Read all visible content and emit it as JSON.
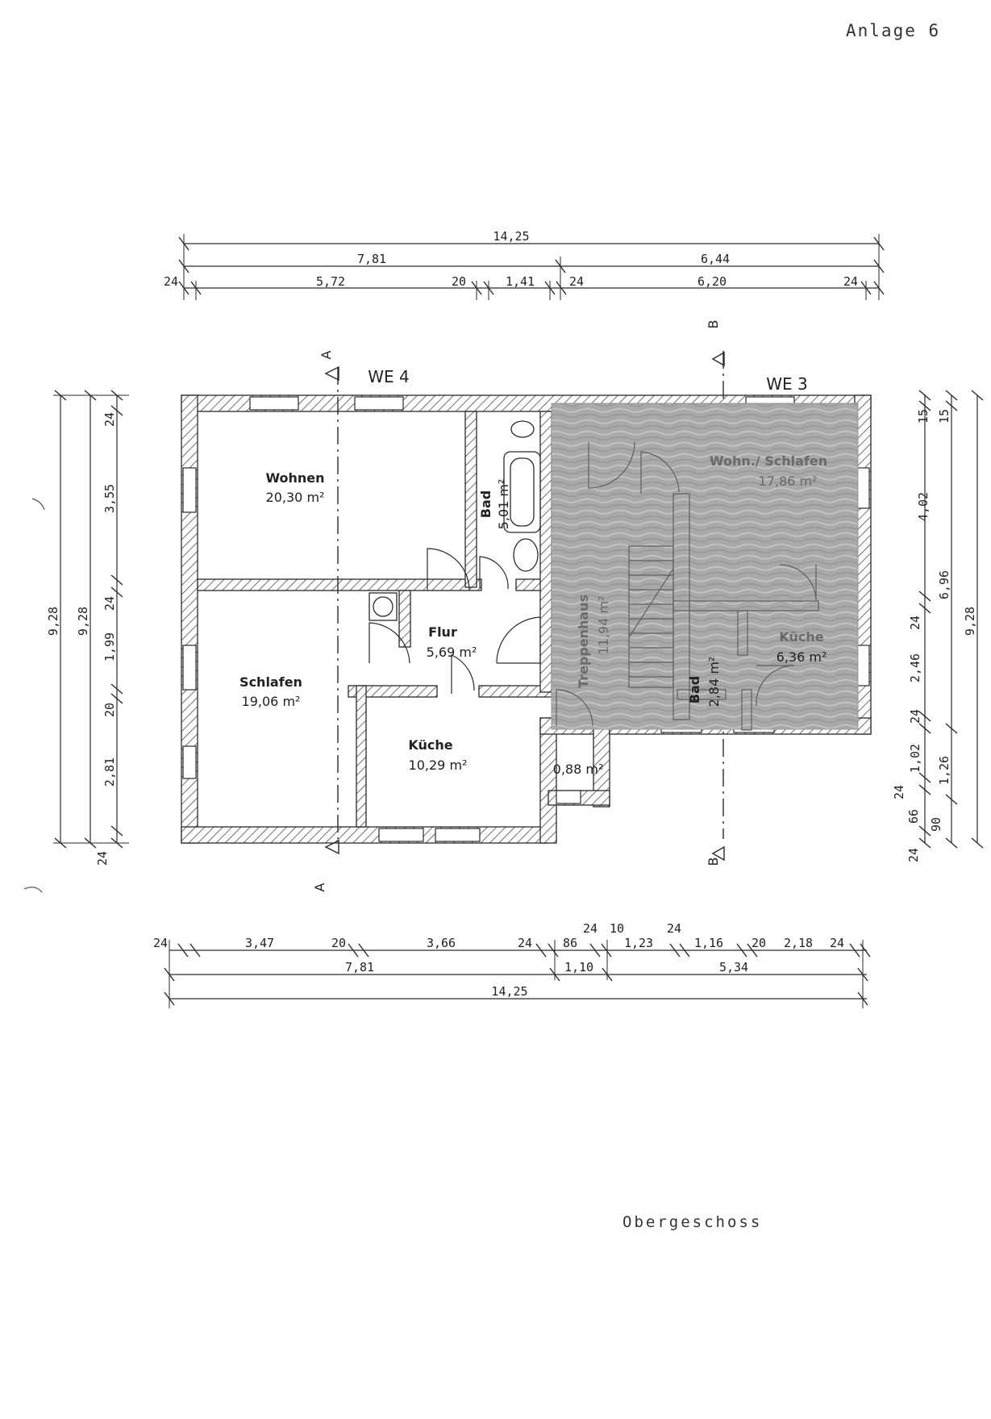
{
  "page": {
    "annex_label": "Anlage 6",
    "floor_label": "Obergeschoss"
  },
  "units": {
    "we4": "WE 4",
    "we3": "WE 3"
  },
  "sections": {
    "a": "A",
    "b": "B"
  },
  "rooms": {
    "wohnen_name": "Wohnen",
    "wohnen_area": "20,30 m²",
    "schlafen_name": "Schlafen",
    "schlafen_area": "19,06 m²",
    "flur_name": "Flur",
    "flur_area": "5,69 m²",
    "kueche_name": "Küche",
    "kueche_area": "10,29 m²",
    "bad_name": "Bad",
    "bad_area": "5,01 m²",
    "small_area": "0,88 m²",
    "treppenhaus_name": "Treppenhaus",
    "treppenhaus_area": "11,94 m²",
    "wohn_schlafen_name": "Wohn./ Schlafen",
    "wohn_schlafen_area": "17,86 m²",
    "kueche3_name": "Küche",
    "kueche3_area": "6,36 m²",
    "bad3_name": "Bad",
    "bad3_area": "2,84 m²"
  },
  "dims_top": {
    "overall": "14,25",
    "left": "7,81",
    "right": "6,44",
    "seg": [
      "24",
      "5,72",
      "20",
      "1,41",
      "24",
      "6,20",
      "24"
    ]
  },
  "dims_bottom": {
    "seg": [
      "24",
      "3,47",
      "20",
      "3,66",
      "24",
      "86",
      "24",
      "10",
      "1,23",
      "24",
      "1,16",
      "20",
      "2,18",
      "24"
    ],
    "mid_left": "7,81",
    "mid_center": "1,10",
    "mid_right": "5,34",
    "overall": "14,25"
  },
  "dims_left": {
    "overall": "9,28",
    "mid": "9,28",
    "seg": [
      "24",
      "3,55",
      "24",
      "1,99",
      "20",
      "2,81",
      "24"
    ]
  },
  "dims_right": {
    "seg": [
      "15",
      "4,02",
      "24",
      "2,46",
      "24",
      "1,02",
      "24",
      "66",
      "24"
    ],
    "mid_a": "15",
    "mid_b": "6,96",
    "mid_c": "1,26",
    "mid_d": "90",
    "overall": "9,28"
  },
  "colors": {
    "line": "#2a2a2a",
    "overlay": "#a8a8a8"
  }
}
